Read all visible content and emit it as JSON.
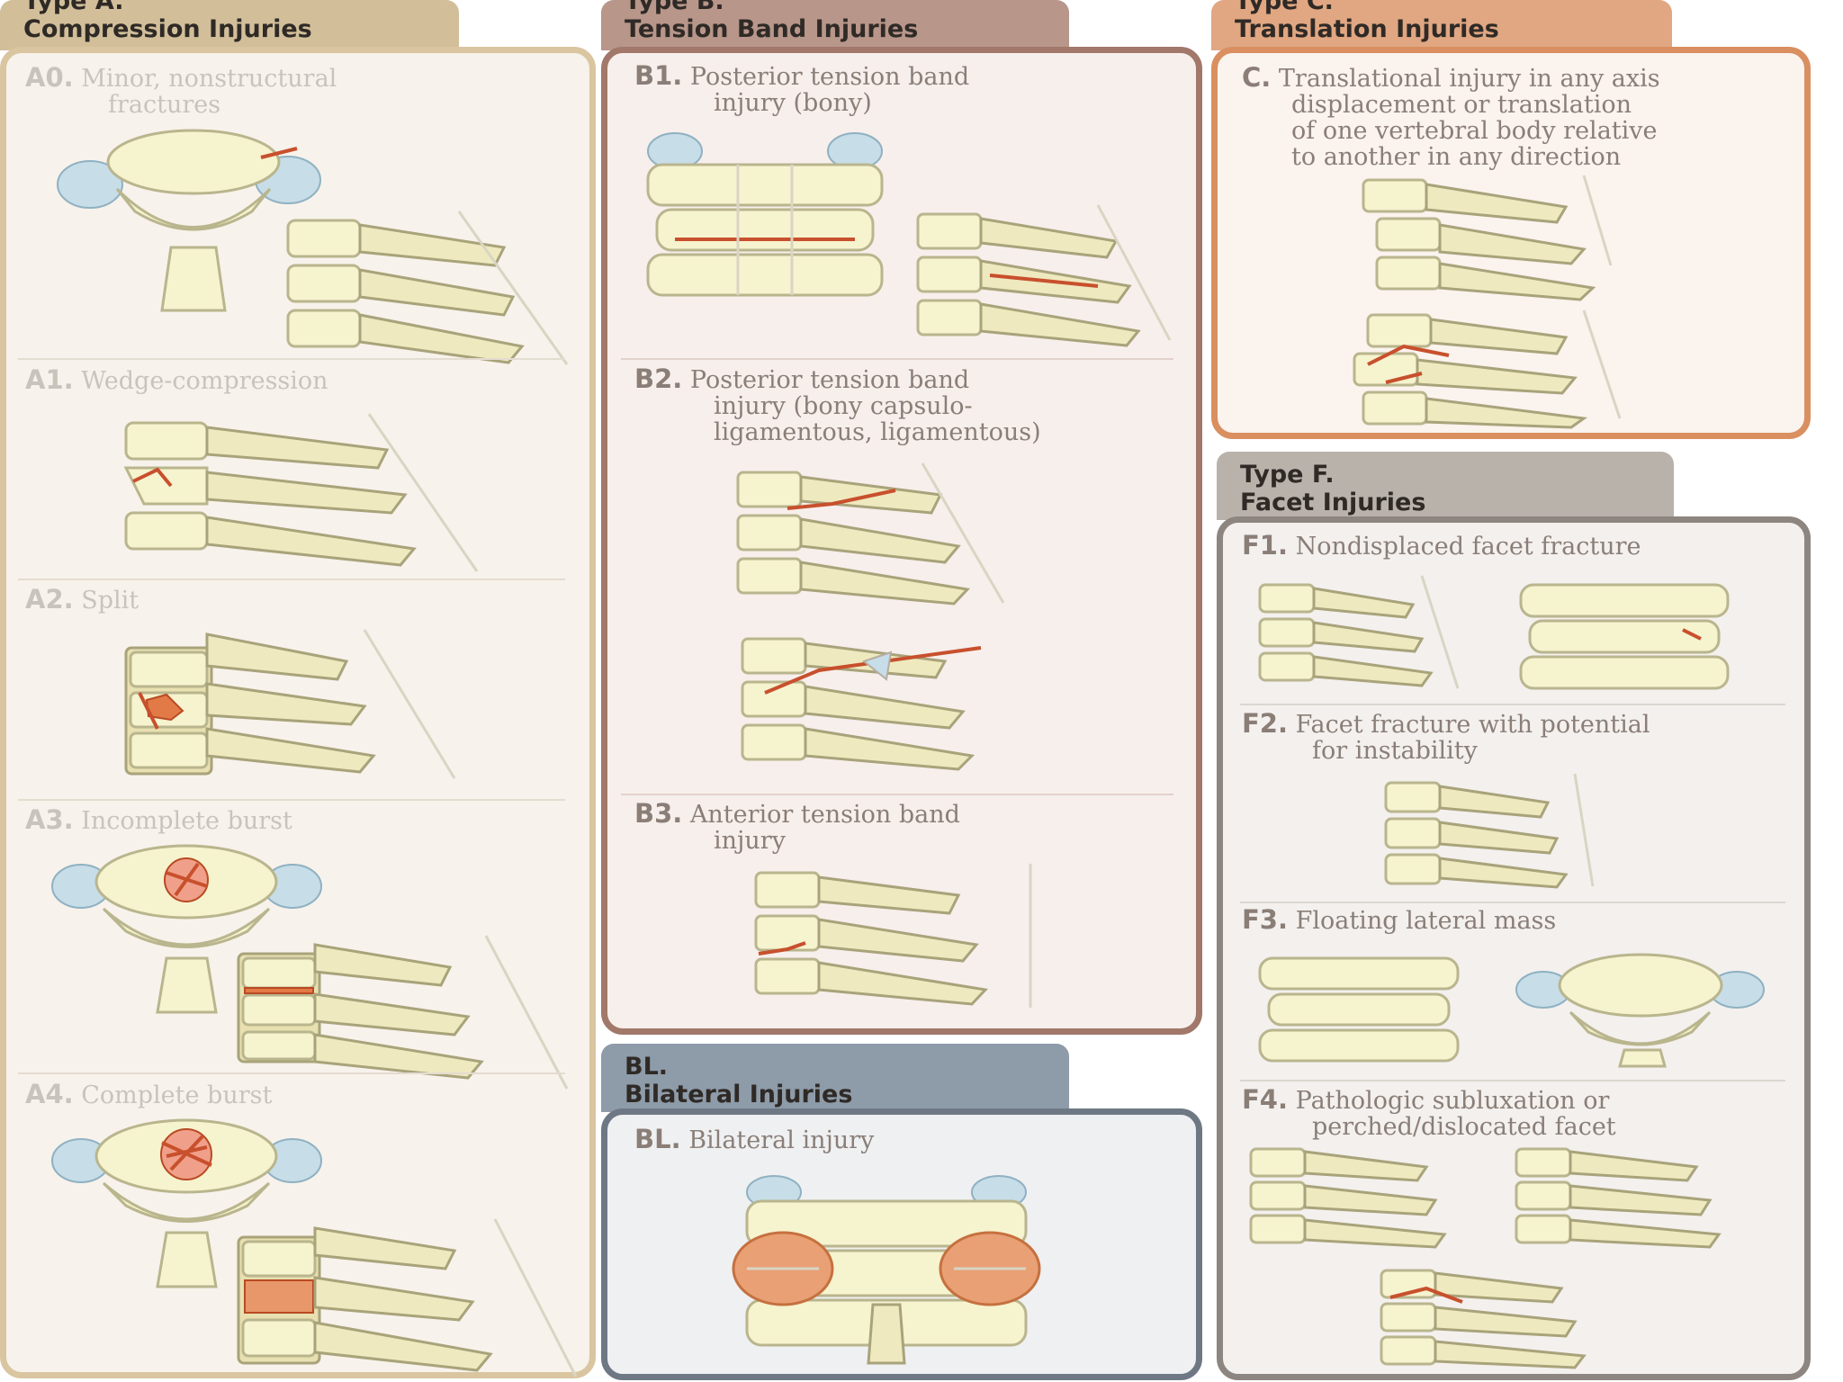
{
  "colors": {
    "typeA_tab": "#d2bf9a",
    "typeA_border": "#d9c5a0",
    "typeA_bg": "#f7f2eb",
    "typeB_tab": "#b8968a",
    "typeB_border": "#a1786a",
    "typeB_bg": "#f7efec",
    "typeC_tab": "#e0a782",
    "typeC_border": "#d98f60",
    "typeC_bg": "#faf3ee",
    "typeF_tab": "#b9b2ab",
    "typeF_border": "#8d857f",
    "typeF_bg": "#f3f0ee",
    "typeBL_tab": "#8e9ba9",
    "typeBL_border": "#6e7885",
    "typeBL_bg": "#eff0f2",
    "label_a": "#c9c4bb",
    "label_other": "#8a7e77",
    "fracture": "#c8502d"
  },
  "typeA": {
    "tab_line1": "Type A.",
    "tab_line2": "Compression Injuries",
    "items": [
      {
        "code": "A0.",
        "text1": "Minor, nonstructural",
        "text2": "fractures"
      },
      {
        "code": "A1.",
        "text1": "Wedge-compression",
        "text2": ""
      },
      {
        "code": "A2.",
        "text1": "Split",
        "text2": ""
      },
      {
        "code": "A3.",
        "text1": "Incomplete burst",
        "text2": ""
      },
      {
        "code": "A4.",
        "text1": "Complete burst",
        "text2": ""
      }
    ]
  },
  "typeB": {
    "tab_line1": "Type B.",
    "tab_line2": "Tension Band Injuries",
    "items": [
      {
        "code": "B1.",
        "text1": "Posterior tension band",
        "text2": "injury (bony)",
        "text3": ""
      },
      {
        "code": "B2.",
        "text1": "Posterior tension band",
        "text2": "injury (bony capsulo-",
        "text3": "ligamentous, ligamentous)"
      },
      {
        "code": "B3.",
        "text1": "Anterior tension band",
        "text2": "injury",
        "text3": ""
      }
    ]
  },
  "typeC": {
    "tab_line1": "Type C.",
    "tab_line2": "Translation Injuries",
    "items": [
      {
        "code": "C.",
        "text1": "Translational injury in any axis",
        "text2": "displacement or translation",
        "text3": "of one vertebral body relative",
        "text4": "to another in any direction"
      }
    ]
  },
  "typeF": {
    "tab_line1": "Type F.",
    "tab_line2": "Facet Injuries",
    "items": [
      {
        "code": "F1.",
        "text1": "Nondisplaced facet fracture",
        "text2": ""
      },
      {
        "code": "F2.",
        "text1": "Facet fracture with potential",
        "text2": "for instability"
      },
      {
        "code": "F3.",
        "text1": "Floating lateral mass",
        "text2": ""
      },
      {
        "code": "F4.",
        "text1": "Pathologic subluxation or",
        "text2": "perched/dislocated facet"
      }
    ]
  },
  "typeBL": {
    "tab_line1": "BL.",
    "tab_line2": "Bilateral Injuries",
    "items": [
      {
        "code": "BL.",
        "text1": "Bilateral injury",
        "text2": ""
      }
    ]
  }
}
